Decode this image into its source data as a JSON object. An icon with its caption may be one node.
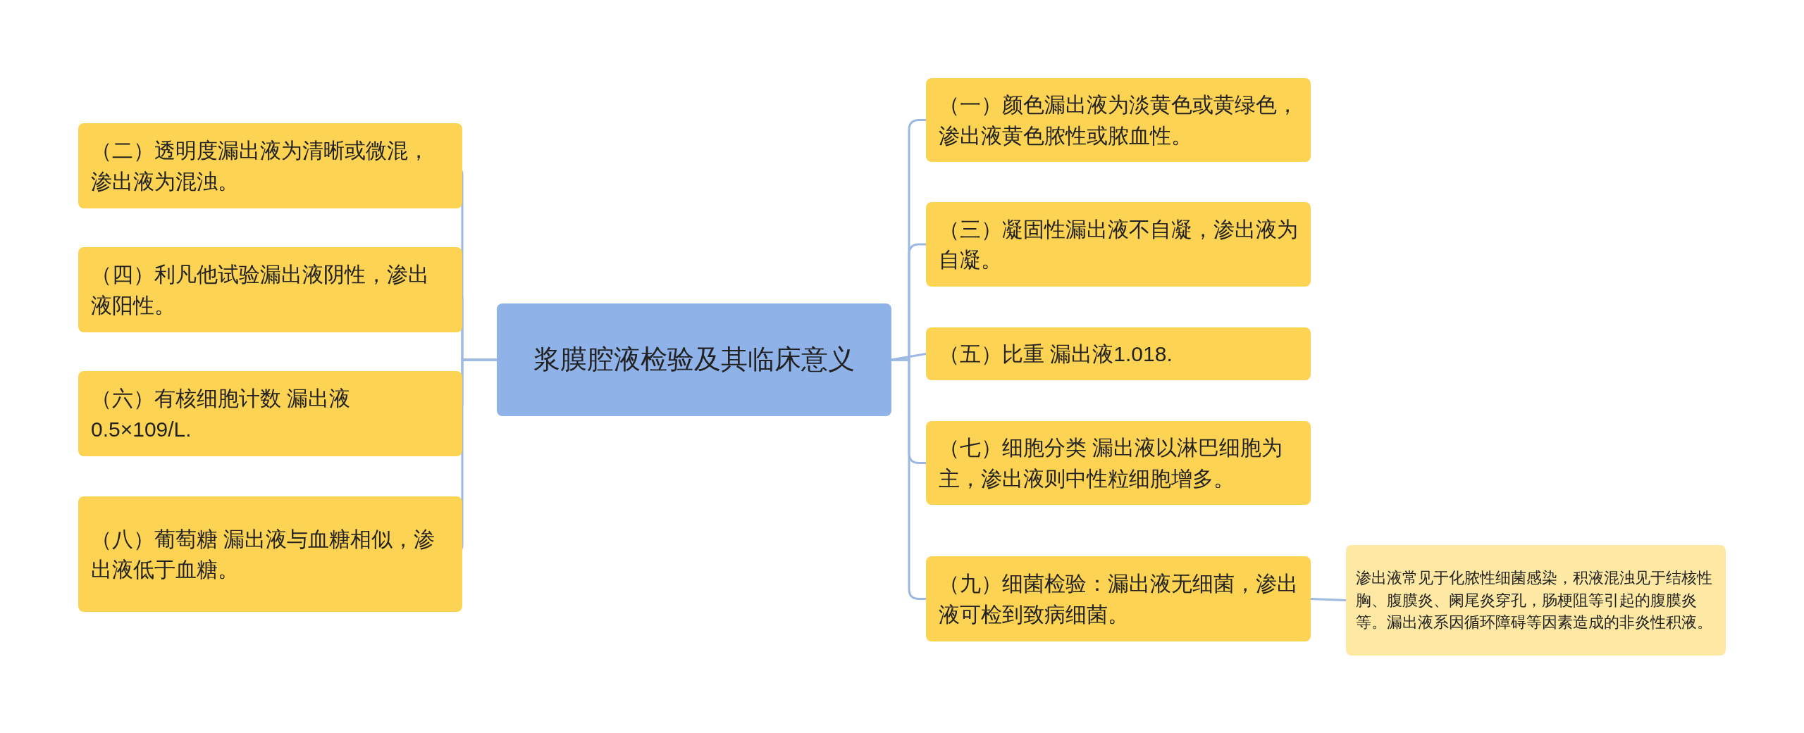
{
  "diagram": {
    "nodes": [
      {
        "text": [
          "浆膜腔液检验及其临床意义"
        ]
      },
      {
        "text": [
          "（一）颜色漏出液为淡黄色或黄绿色，渗出液黄色脓性或脓血性。"
        ]
      },
      {
        "text": [
          "（二）透明度漏出液为清晰或微混，渗出液为混浊。"
        ]
      },
      {
        "text": [
          "（三）凝固性漏出液不自凝，渗出液为自凝。"
        ]
      },
      {
        "text": [
          "（四）利凡他试验漏出液阴性，渗出液阳性。"
        ]
      },
      {
        "text": [
          "（五）比重 漏出液1.018."
        ]
      },
      {
        "text": [
          "（六）有核细胞计数 漏出液0.5×109/L."
        ]
      },
      {
        "text": [
          "（七）细胞分类 漏出液以淋巴细胞为主，渗出液则中性粒细胞增多。"
        ]
      },
      {
        "text": [
          "（八）葡萄糖 漏出液与血糖相似，渗出液低于血糖。"
        ]
      },
      {
        "text": [
          "（九）细菌检验：漏出液无细菌，渗出液可检到致病细菌。"
        ]
      },
      {
        "text": [
          "渗出液常见于化脓性细菌感染，积液混浊见于结核性胸、腹膜炎、阑尾炎穿孔，肠梗阻等引起的腹膜炎等。漏出液系因循环障碍等因素造成的非炎性积液。"
        ]
      }
    ],
    "edges": [
      {
        "from": 0,
        "to": 1,
        "arrow": "none"
      },
      {
        "from": 0,
        "to": 2,
        "arrow": "none"
      },
      {
        "from": 0,
        "to": 3,
        "arrow": "none"
      },
      {
        "from": 0,
        "to": 4,
        "arrow": "none"
      },
      {
        "from": 0,
        "to": 5,
        "arrow": "none"
      },
      {
        "from": 0,
        "to": 6,
        "arrow": "none"
      },
      {
        "from": 0,
        "to": 7,
        "arrow": "none"
      },
      {
        "from": 0,
        "to": 8,
        "arrow": "none"
      },
      {
        "from": 0,
        "to": 9,
        "arrow": "none"
      },
      {
        "from": 9,
        "to": 10,
        "arrow": "none"
      }
    ]
  }
}
